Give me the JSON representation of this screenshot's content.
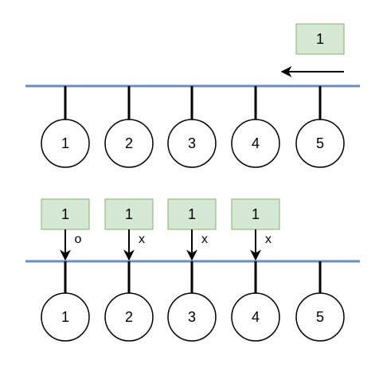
{
  "colors": {
    "bus": "#6c8ebf",
    "packet_fill": "#d5e8d4",
    "packet_stroke": "#82b366",
    "node_stroke": "#000000"
  },
  "top": {
    "packet": "1",
    "nodes": [
      "1",
      "2",
      "3",
      "4",
      "5"
    ]
  },
  "bottom": {
    "packets": [
      "1",
      "1",
      "1",
      "1"
    ],
    "marks": [
      "o",
      "x",
      "x",
      "x"
    ],
    "nodes": [
      "1",
      "2",
      "3",
      "4",
      "5"
    ]
  }
}
